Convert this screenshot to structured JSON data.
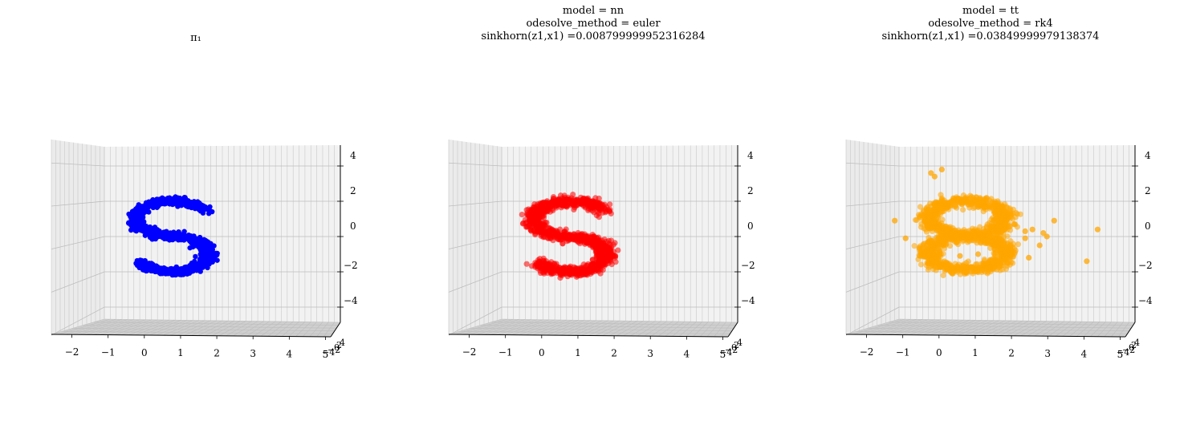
{
  "chart_data": [
    {
      "type": "scatter",
      "title_lines": [
        "π₁"
      ],
      "color": "#0000ff",
      "shape": "S",
      "x_ticks": [
        "−2",
        "−1",
        "0",
        "1",
        "2",
        "3",
        "4",
        "5"
      ],
      "z_ticks": [
        "4",
        "2",
        "0",
        "−2",
        "−4"
      ],
      "y_ticks": [
        "−4",
        "−2",
        "0",
        "2",
        "4"
      ],
      "xlim": [
        -2.3,
        5.1
      ],
      "zlim": [
        -5,
        5
      ],
      "points": []
    },
    {
      "type": "scatter",
      "title_lines": [
        "model = nn",
        "odesolve_method = euler",
        "sinkhorn(z1,x1) =0.008799999952316284"
      ],
      "color": "#ff0000",
      "shape": "S",
      "x_ticks": [
        "−2",
        "−1",
        "0",
        "1",
        "2",
        "3",
        "4",
        "5"
      ],
      "z_ticks": [
        "4",
        "2",
        "0",
        "−2",
        "−4"
      ],
      "y_ticks": [
        "−4",
        "−2",
        "0",
        "2",
        "4"
      ],
      "xlim": [
        -2.3,
        5.1
      ],
      "zlim": [
        -5,
        5
      ],
      "points": [
        [
          0.4,
          -0.1
        ],
        [
          0.8,
          -0.4
        ]
      ]
    },
    {
      "type": "scatter",
      "title_lines": [
        "model = tt",
        "odesolve_method = rk4",
        "sinkhorn(z1,x1) =0.03849999979138374"
      ],
      "color": "#ffa500",
      "shape": "8",
      "x_ticks": [
        "−2",
        "−1",
        "0",
        "1",
        "2",
        "3",
        "4",
        "5"
      ],
      "z_ticks": [
        "4",
        "2",
        "0",
        "−2",
        "−4"
      ],
      "y_ticks": [
        "−4",
        "−2",
        "0",
        "2",
        "4"
      ],
      "xlim": [
        -2.3,
        5.1
      ],
      "zlim": [
        -5,
        5
      ],
      "points": [
        [
          -1.0,
          0.9
        ],
        [
          -0.7,
          -0.1
        ],
        [
          0.0,
          3.6
        ],
        [
          0.3,
          3.8
        ],
        [
          0.1,
          3.4
        ],
        [
          2.6,
          0.3
        ],
        [
          2.8,
          0.4
        ],
        [
          2.6,
          -0.1
        ],
        [
          3.1,
          0.2
        ],
        [
          3.2,
          0.0
        ],
        [
          3.4,
          0.9
        ],
        [
          3.0,
          -0.5
        ],
        [
          2.7,
          -1.2
        ],
        [
          4.3,
          -1.4
        ],
        [
          4.6,
          0.4
        ],
        [
          -0.3,
          -1.1
        ],
        [
          0.8,
          -1.1
        ],
        [
          1.3,
          -1.0
        ]
      ]
    }
  ]
}
